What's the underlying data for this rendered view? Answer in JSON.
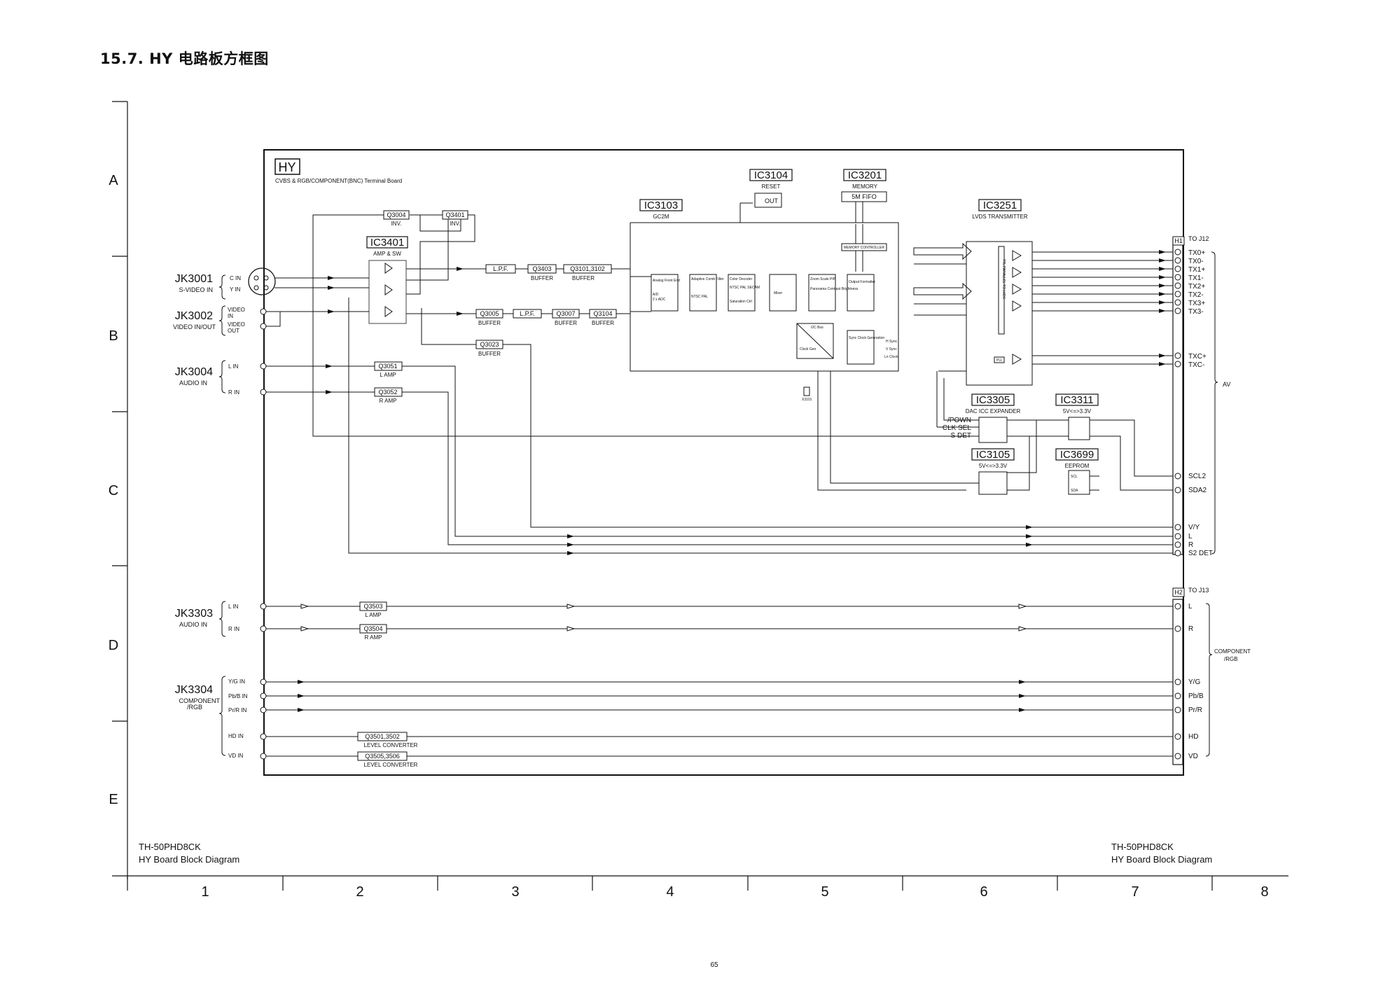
{
  "page": {
    "title": "15.7.  HY 电路板方框图",
    "page_number": "65"
  },
  "grid": {
    "rows": [
      "A",
      "B",
      "C",
      "D",
      "E"
    ],
    "cols": [
      "1",
      "2",
      "3",
      "4",
      "5",
      "6",
      "7",
      "8"
    ]
  },
  "footer": {
    "model": "TH-50PHD8CK",
    "caption": "HY Board Block Diagram"
  },
  "board": {
    "name": "HY",
    "subtitle": "CVBS & RGB/COMPONENT(BNC) Terminal Board"
  },
  "jacks": {
    "jk3001": {
      "ref": "JK3001",
      "desc": "S-VIDEO IN",
      "pins": [
        "C IN",
        "Y IN"
      ]
    },
    "jk3002": {
      "ref": "JK3002",
      "desc": "VIDEO IN/OUT",
      "pins": [
        "VIDEO",
        "IN",
        "VIDEO",
        "OUT"
      ]
    },
    "jk3004": {
      "ref": "JK3004",
      "desc": "AUDIO IN",
      "pins": [
        "L IN",
        "R IN"
      ]
    },
    "jk3303": {
      "ref": "JK3303",
      "desc": "AUDIO IN",
      "pins": [
        "L IN",
        "R IN"
      ]
    },
    "jk3304": {
      "ref": "JK3304",
      "desc": "COMPONENT",
      "desc2": "/RGB",
      "pins": [
        "Y/G IN",
        "Pb/B IN",
        "Pr/R IN",
        "HD IN",
        "VD IN"
      ]
    }
  },
  "ics": {
    "ic3401": {
      "ref": "IC3401",
      "func": "AMP & SW"
    },
    "ic3103": {
      "ref": "IC3103",
      "func": "GC2M",
      "blocks": [
        "Analog Front End",
        "A/D",
        "2 x ADC",
        "Adaptive Comb Filter",
        "NTSC PAL",
        "Color Decoder",
        "NTSC PAL SECAM",
        "Saturation Ctrl",
        "Mixer",
        "Zoom Scale PIP",
        "Panorama Contrast Brightness",
        "Output Formatter",
        "I2C Bus",
        "Clock Gen",
        "Sync Clock Generation",
        "H Sync",
        "V Sync",
        "Ln Clock"
      ]
    },
    "ic3104": {
      "ref": "IC3104",
      "func": "RESET",
      "pin": "OUT"
    },
    "ic3201": {
      "ref": "IC3201",
      "func": "MEMORY",
      "content": "5M   FIFO",
      "ctrl": "MEMORY CONTROLLER"
    },
    "ic3251": {
      "ref": "IC3251",
      "func": "LVDS TRANSMITTER",
      "mux": "TTL PARALLEL TO LVDS",
      "pll": "PLL"
    },
    "ic3305": {
      "ref": "IC3305",
      "func": "DAC ICC EXPANDER"
    },
    "ic3311": {
      "ref": "IC3311",
      "func": "5V<=>3.3V"
    },
    "ic3105": {
      "ref": "IC3105",
      "func": "5V<=>3.3V"
    },
    "ic3699": {
      "ref": "IC3699",
      "func": "EEPROM",
      "pins": [
        "SCL",
        "SDA"
      ]
    }
  },
  "transistors": {
    "q3004": {
      "ref": "Q3004",
      "func": "INV."
    },
    "q3401": {
      "ref": "Q3401",
      "func": "INV."
    },
    "q3403": {
      "ref": "Q3403",
      "func": "BUFFER"
    },
    "q3101": {
      "ref": "Q3101,3102",
      "func": "BUFFER"
    },
    "q3005": {
      "ref": "Q3005",
      "func": "BUFFER"
    },
    "q3007": {
      "ref": "Q3007",
      "func": "BUFFER"
    },
    "q3104": {
      "ref": "Q3104",
      "func": "BUFFER"
    },
    "q3023": {
      "ref": "Q3023",
      "func": "BUFFER"
    },
    "q3051": {
      "ref": "Q3051",
      "func": "L AMP"
    },
    "q3052": {
      "ref": "Q3052",
      "func": "R AMP"
    },
    "q3503": {
      "ref": "Q3503",
      "func": "L AMP"
    },
    "q3504": {
      "ref": "Q3504",
      "func": "R AMP"
    },
    "q3501": {
      "ref": "Q3501,3502",
      "func": "LEVEL CONVERTER"
    },
    "q3505": {
      "ref": "Q3505,3506",
      "func": "LEVEL CONVERTER"
    },
    "lpf": "L.P.F.",
    "crystal": "X3101"
  },
  "control": {
    "signals": [
      "/POWN",
      "CLK SEL",
      "S DET"
    ]
  },
  "connectors": {
    "h1": {
      "ref": "H1",
      "dest": "TO J12",
      "group": "AV",
      "pins": [
        "TX0+",
        "TX0-",
        "TX1+",
        "TX1-",
        "TX2+",
        "TX2-",
        "TX3+",
        "TX3-",
        "TXC+",
        "TXC-",
        "SCL2",
        "SDA2",
        "V/Y",
        "L",
        "R",
        "S2 DET"
      ]
    },
    "h2": {
      "ref": "H2",
      "dest": "TO J13",
      "group": "COMPONENT",
      "group2": "/RGB",
      "pins": [
        "L",
        "R",
        "Y/G",
        "Pb/B",
        "Pr/R",
        "HD",
        "VD"
      ]
    }
  }
}
